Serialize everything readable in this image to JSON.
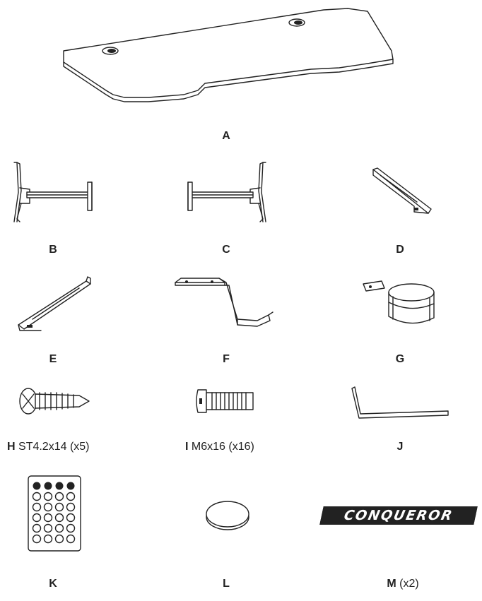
{
  "parts": [
    {
      "id": "A",
      "letter": "A",
      "qty": ""
    },
    {
      "id": "B",
      "letter": "B",
      "qty": ""
    },
    {
      "id": "C",
      "letter": "C",
      "qty": ""
    },
    {
      "id": "D",
      "letter": "D",
      "qty": ""
    },
    {
      "id": "E",
      "letter": "E",
      "qty": ""
    },
    {
      "id": "F",
      "letter": "F",
      "qty": ""
    },
    {
      "id": "G",
      "letter": "G",
      "qty": ""
    },
    {
      "id": "H",
      "letter": "H",
      "qty": "ST4.2x14 (x5)"
    },
    {
      "id": "I",
      "letter": "I",
      "qty": "M6x16 (x16)"
    },
    {
      "id": "J",
      "letter": "J",
      "qty": ""
    },
    {
      "id": "K",
      "letter": "K",
      "qty": ""
    },
    {
      "id": "L",
      "letter": "L",
      "qty": ""
    },
    {
      "id": "M",
      "letter": "M",
      "qty": "(x2)"
    }
  ],
  "logo_text": "CONQUEROR",
  "icons": [
    "desktop-panel",
    "leg-frame",
    "leg-frame",
    "bracket",
    "bracket",
    "headphone-hook",
    "cup-holder",
    "screw",
    "bolt",
    "allen-key",
    "remote-control",
    "foot-pad",
    "logo-badge"
  ]
}
